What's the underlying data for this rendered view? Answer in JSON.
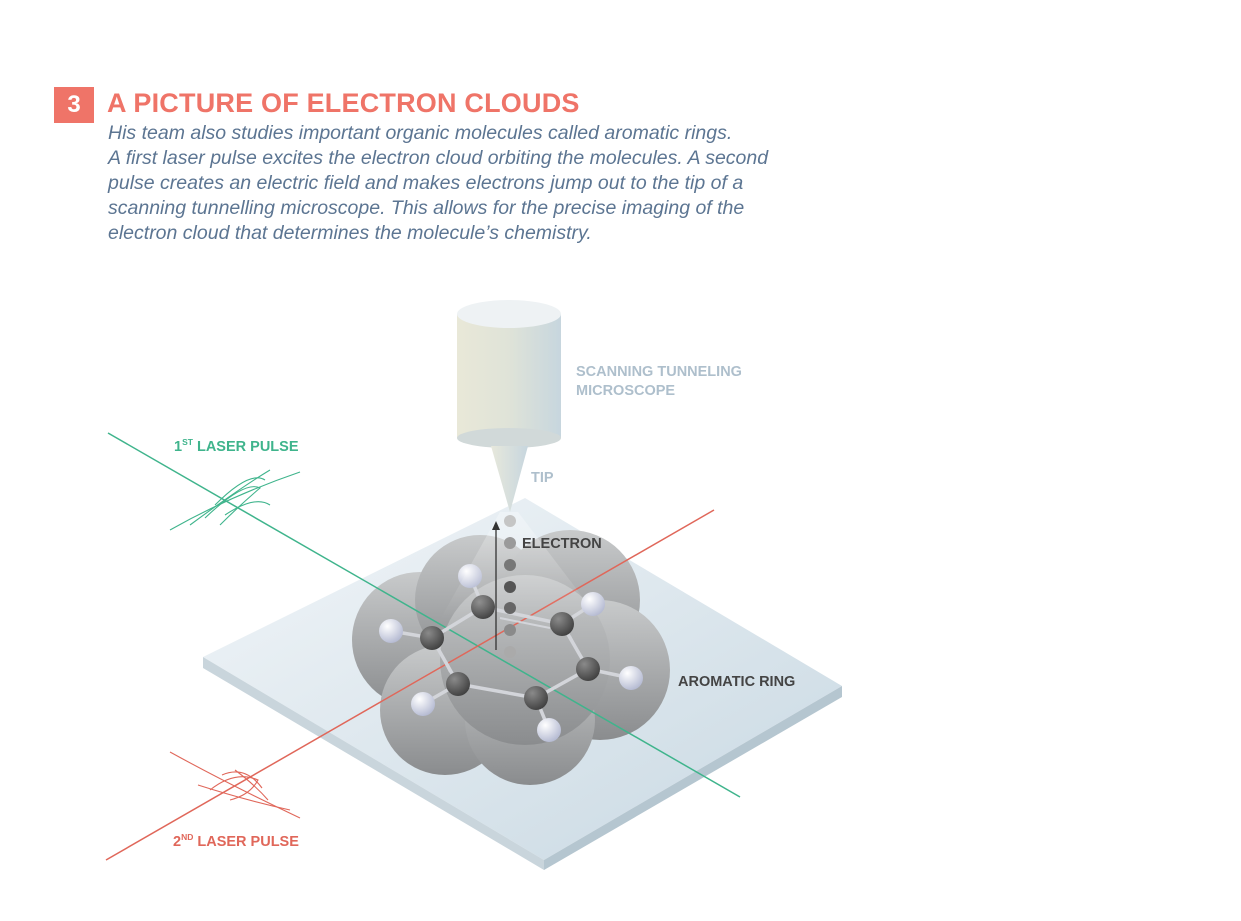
{
  "section": {
    "number": "3",
    "title": "A PICTURE OF ELECTRON CLOUDS",
    "description_lines": [
      "His team also studies important organic molecules called aromatic rings.",
      "A first laser pulse excites the electron cloud orbiting the molecules. A second",
      "pulse creates an electric field and makes electrons jump out to the tip of a",
      "scanning tunnelling microscope. This allows for the precise imaging of the",
      "electron cloud that determines the molecule’s chemistry."
    ]
  },
  "diagram": {
    "labels": {
      "microscope_line1": "SCANNING TUNNELING",
      "microscope_line2": "MICROSCOPE",
      "tip": "TIP",
      "electron": "ELECTRON",
      "aromatic_ring": "AROMATIC RING",
      "first_pulse_num": "1",
      "first_pulse_sup": "ST",
      "first_pulse_text": " LASER PULSE",
      "second_pulse_num": "2",
      "second_pulse_sup": "ND",
      "second_pulse_text": " LASER PULSE"
    },
    "colors": {
      "accent_red": "#ef7468",
      "first_pulse_green": "#3fb48c",
      "second_pulse_red": "#e0675a",
      "body_text": "#5c7592",
      "microscope_label": "#aebfcc",
      "dark_label": "#444444"
    }
  }
}
